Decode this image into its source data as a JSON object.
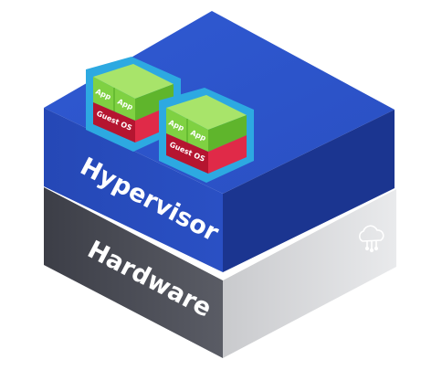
{
  "layers": {
    "hypervisor": {
      "label": "Hypervisor"
    },
    "hardware": {
      "label": "Hardware"
    }
  },
  "vms": [
    {
      "app_labels": [
        "App",
        "App"
      ],
      "os_label": "Guest OS"
    },
    {
      "app_labels": [
        "App",
        "App"
      ],
      "os_label": "Guest OS"
    }
  ],
  "icons": {
    "hardware_icon": "cloud-network-icon"
  },
  "colors": {
    "hypervisor_top": "#2e55c8",
    "hypervisor_front": "#2346b0",
    "hypervisor_side": "#1a338a",
    "hardware_front": "#4a4c55",
    "hardware_side": "#dcdde0",
    "vm_frame": "#2da9e1",
    "app_green": "#7fd142",
    "guest_os_red": "#d41c3a"
  }
}
